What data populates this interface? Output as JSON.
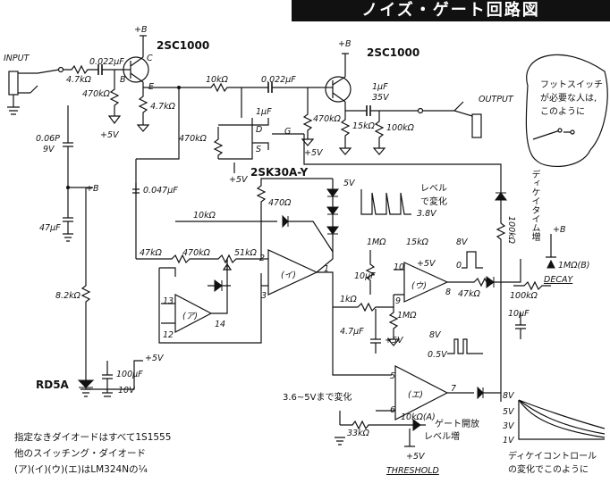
{
  "title": "ノイズ・ゲート回路図",
  "transistors": {
    "q1": "2SC1000",
    "q2": "2SC1000",
    "fet": "2SK30A-Y"
  },
  "labels": {
    "input": "INPUT",
    "output": "OUTPUT",
    "plus_b": "+B",
    "plus_5v": "+5V",
    "c1": "0.022μF",
    "r_in": "4.7kΩ",
    "r_470k": "470kΩ",
    "pin_b": "B",
    "pin_c": "C",
    "pin_e": "E",
    "r_e": "4.7kΩ",
    "r_10k": "10kΩ",
    "c2": "0.022μF",
    "c_1u": "1μF",
    "r_470k2": "470kΩ",
    "r_470k3": "470kΩ",
    "fet_d": "D",
    "fet_g": "G",
    "fet_s": "S",
    "c_out": "1μF",
    "c_out_v": "35V",
    "r_15k": "15kΩ",
    "r_100k": "100kΩ",
    "c_006": "0.06P",
    "c_006_v": "9V",
    "c_047": "0.047μF",
    "c_47u": "47μF",
    "r_470": "470Ω",
    "r_10k_b": "10kΩ",
    "r_47k": "47kΩ",
    "r_470k4": "470kΩ",
    "r_51k": "51kΩ",
    "r_8k2": "8.2kΩ",
    "zener": "RD5A",
    "c_100u": "100μF",
    "c_100u_v": "10V",
    "plus5v_b": "+5V",
    "opamp_a": "(ア)",
    "opamp_i": "(イ)",
    "opamp_u": "(ウ)",
    "opamp_e": "(エ)",
    "pin_13": "13",
    "pin_12": "12",
    "pin_14": "14",
    "pin_2": "2",
    "pin_3": "3",
    "pin_1": "1",
    "pin_10": "10",
    "pin_9": "9",
    "pin_8": "8",
    "pin_5": "5",
    "pin_6": "6",
    "pin_7": "7",
    "wave_5v": "5V",
    "wave_38v": "3.8V",
    "wave_note": "レベル\nで変化",
    "r_1m": "1MΩ",
    "r_15k_b": "15kΩ",
    "plus5v_c": "+5V",
    "c_10u": "10μF",
    "r_1k": "1kΩ",
    "r_1m_b": "1MΩ",
    "c_47u_b": "4.7μF",
    "plus5v_d": "+5V",
    "r_47k_b": "47kΩ",
    "r_100k_b": "100kΩ",
    "r_100k_c": "100kΩ",
    "pulse_8v": "8V",
    "pulse_0": "0",
    "pulse2_8v": "8V",
    "pulse2_05v": "0.5V",
    "decay_pot": "1MΩ(B)",
    "decay": "DECAY",
    "decay_time": "ディケイタイム増",
    "plus_b_r": "+B",
    "c_10u_b": "10μF",
    "range_note": "3.6~5Vまで変化",
    "thresh_pot": "10kΩ(A)",
    "gate_note": "ゲート開放",
    "level_up": "レベル増",
    "r_33k": "33kΩ",
    "plus5v_e": "+5V",
    "threshold": "THRESHOLD",
    "v_8": "8V",
    "v_5": "5V",
    "v_3": "3V",
    "v_1": "1V",
    "decay_ctrl": "ディケイコントロール\nの変化でこのように",
    "switch_note": "フットスイッチ\nが必要な人は,\nこのように"
  },
  "footnotes": [
    "指定なきダイオードはすべて1S1555",
    "他のスイッチング・ダイオード",
    "(ア)(イ)(ウ)(エ)はLM324Nの¼"
  ]
}
